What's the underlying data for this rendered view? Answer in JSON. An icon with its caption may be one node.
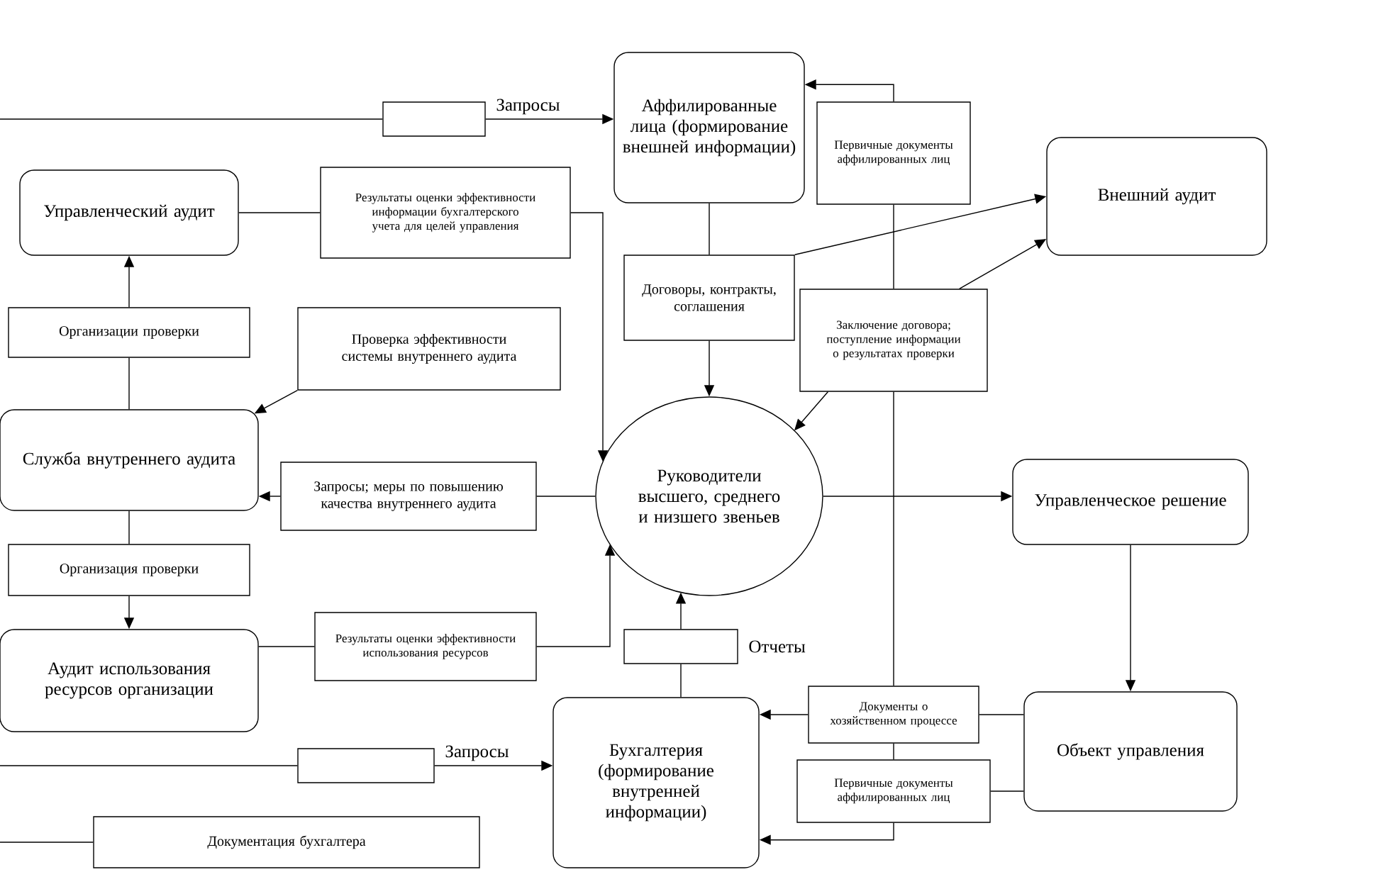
{
  "diagram": {
    "nodes": [
      {
        "text": [
          "Управленческий аудит"
        ]
      },
      {
        "text": [
          "Аффилированные лица (формирование внешней информации)"
        ]
      },
      {
        "text": [
          "Внешний аудит"
        ]
      },
      {
        "text": [
          "Служба внутреннего аудита"
        ]
      },
      {
        "text": [
          "Руководители высшего, среднего и низшего звеньев"
        ]
      },
      {
        "text": [
          "Управленческое решение"
        ]
      },
      {
        "text": [
          "Аудит использования ресурсов организации"
        ]
      },
      {
        "text": [
          "Объект управления"
        ]
      },
      {
        "text": [
          "Бухгалтерия (формирование внутренней информации)"
        ]
      },
      {
        "text": [],
        "shape": "box",
        "beside": [
          "Запросы"
        ]
      },
      {
        "text": [
          "Результаты оценки эффективности информации бухгалтерского учета для целей управления"
        ]
      },
      {
        "text": [
          "Организации проверки"
        ]
      },
      {
        "text": [
          "Проверка эффективности системы внутреннего аудита"
        ]
      },
      {
        "text": [
          "Запросы; меры по повышению качества внутреннего аудита"
        ]
      },
      {
        "text": [
          "Организация проверки"
        ]
      },
      {
        "text": [
          "Результаты оценки эффективности использования ресурсов"
        ]
      },
      {
        "text": [],
        "shape": "box",
        "beside": [
          "Отчеты"
        ]
      },
      {
        "text": [],
        "shape": "box",
        "beside": [
          "Запросы"
        ]
      },
      {
        "text": [
          "Документация бухгалтера"
        ]
      },
      {
        "text": [
          "Договоры, контракты, соглашения"
        ]
      },
      {
        "text": [
          "Первичные документы аффилированных лиц"
        ]
      },
      {
        "text": [
          "Заключение договора; поступление информации о результатах проверки"
        ]
      },
      {
        "text": [
          "Документы о хозяйственном процессе"
        ]
      },
      {
        "text": [
          "Первичные документы аффилированных лиц"
        ]
      }
    ],
    "edges": [
      {
        "from": null,
        "to": 9,
        "arrow": "none"
      },
      {
        "from": 9,
        "to": 1,
        "arrow": "to"
      },
      {
        "from": 0,
        "to": 10,
        "arrow": "none"
      },
      {
        "from": 10,
        "to": 4,
        "arrow": "to"
      },
      {
        "from": 3,
        "to": 11,
        "arrow": "none"
      },
      {
        "from": 11,
        "to": 0,
        "arrow": "to"
      },
      {
        "from": 12,
        "to": 3,
        "arrow": "to"
      },
      {
        "from": 4,
        "to": 13,
        "arrow": "none"
      },
      {
        "from": 13,
        "to": 3,
        "arrow": "to"
      },
      {
        "from": 3,
        "to": 14,
        "arrow": "none"
      },
      {
        "from": 14,
        "to": 6,
        "arrow": "to"
      },
      {
        "from": 6,
        "to": 15,
        "arrow": "none"
      },
      {
        "from": 15,
        "to": 4,
        "arrow": "to"
      },
      {
        "from": 8,
        "to": 16,
        "arrow": "none"
      },
      {
        "from": 16,
        "to": 4,
        "arrow": "to"
      },
      {
        "from": null,
        "to": 17,
        "arrow": "none"
      },
      {
        "from": 17,
        "to": 8,
        "arrow": "to"
      },
      {
        "from": null,
        "to": 18,
        "arrow": "none"
      },
      {
        "from": 1,
        "to": 19,
        "arrow": "none"
      },
      {
        "from": 19,
        "to": 4,
        "arrow": "to"
      },
      {
        "from": 19,
        "to": 2,
        "arrow": "to"
      },
      {
        "from": 20,
        "to": 1,
        "arrow": "to"
      },
      {
        "from": 20,
        "to": 21,
        "arrow": "none"
      },
      {
        "from": 21,
        "to": 2,
        "arrow": "to"
      },
      {
        "from": 21,
        "to": 4,
        "arrow": "to"
      },
      {
        "from": 21,
        "to": 22,
        "arrow": "none"
      },
      {
        "from": 7,
        "to": 22,
        "arrow": "none"
      },
      {
        "from": 22,
        "to": 8,
        "arrow": "to"
      },
      {
        "from": 22,
        "to": 23,
        "arrow": "none"
      },
      {
        "from": 7,
        "to": 23,
        "arrow": "none"
      },
      {
        "from": 23,
        "to": 8,
        "arrow": "to"
      },
      {
        "from": 4,
        "to": 5,
        "arrow": "to"
      },
      {
        "from": 5,
        "to": 7,
        "arrow": "to"
      }
    ]
  }
}
